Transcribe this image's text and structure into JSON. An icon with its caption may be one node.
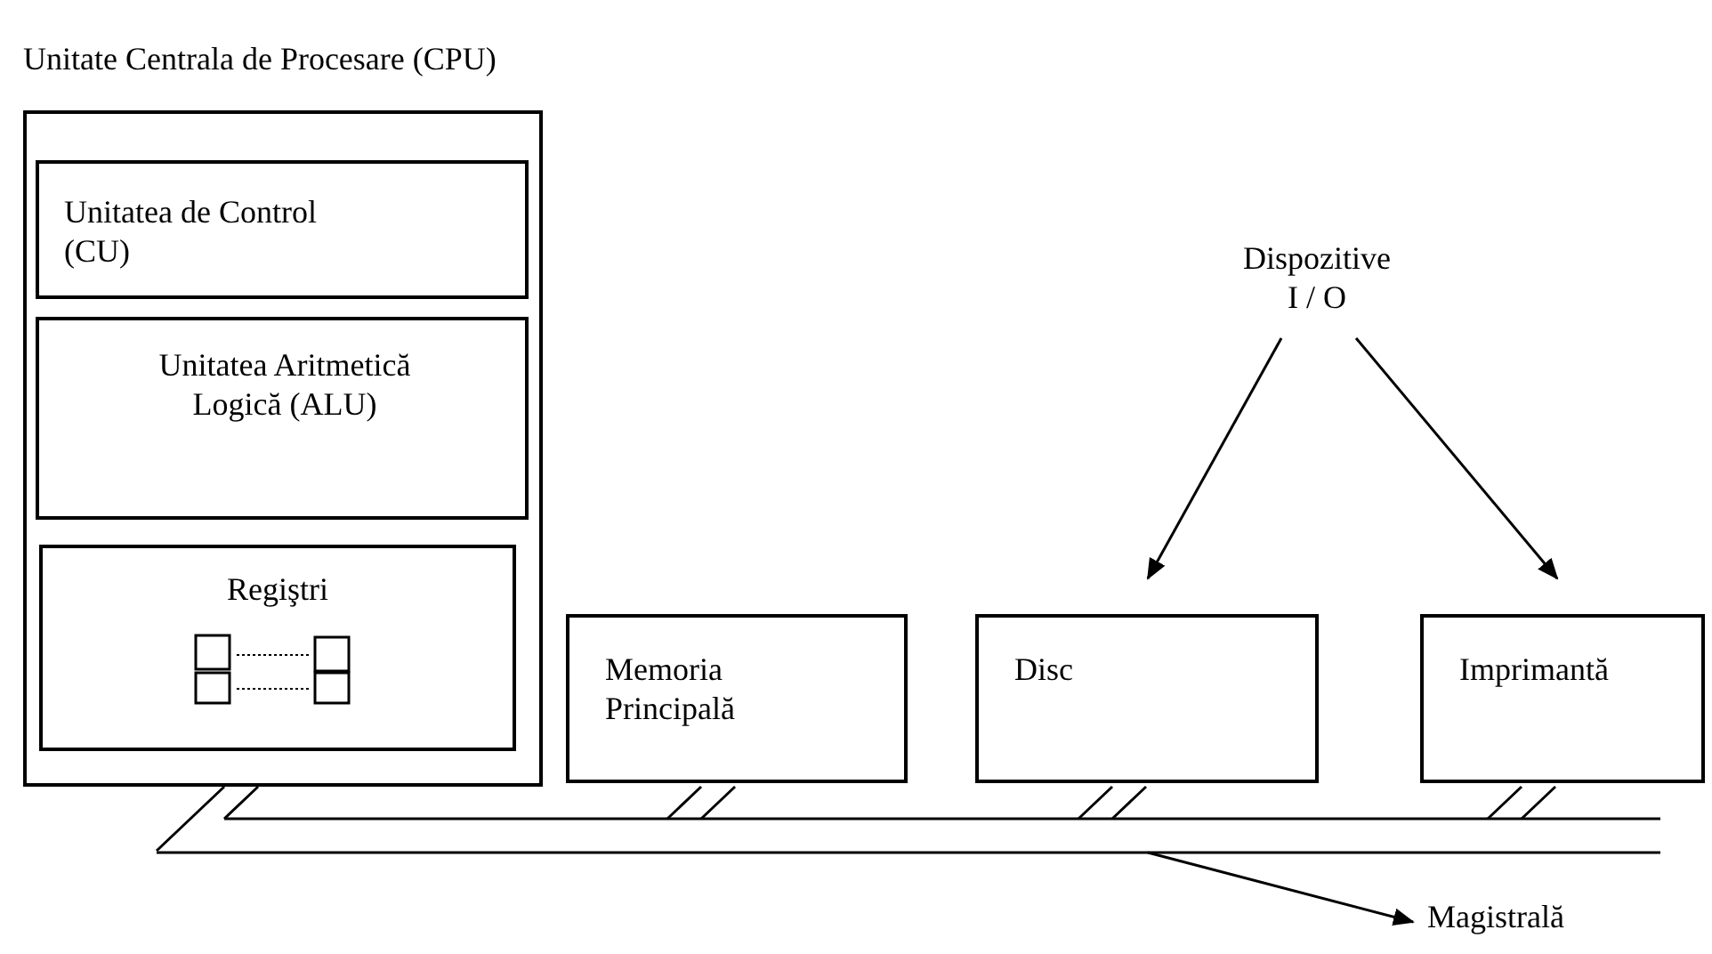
{
  "diagram": {
    "nodes": [
      {
        "text": [
          "Unitate Centrala de Procesare (CPU)"
        ]
      },
      {
        "text": [
          "Unitatea de Control (CU)"
        ],
        "in": 0
      },
      {
        "text": [
          "Unitatea Aritmetică Logică (ALU)"
        ],
        "in": 0
      },
      {
        "text": [
          "Regiştri"
        ],
        "in": 0
      },
      {
        "text": [
          "Memoria Principală"
        ]
      },
      {
        "text": [
          "Disc"
        ]
      },
      {
        "text": [
          "Imprimantă"
        ]
      },
      {
        "text": [
          "Dispozitive I / O"
        ]
      },
      {
        "text": [],
        "shape": "bar"
      },
      {
        "text": [
          "Magistrală"
        ]
      }
    ],
    "edges": [
      {
        "from": 7,
        "to": 5,
        "arrow": "to"
      },
      {
        "from": 7,
        "to": 6,
        "arrow": "to"
      },
      {
        "from": 0,
        "to": 8,
        "arrow": "none"
      },
      {
        "from": 4,
        "to": 8,
        "arrow": "none"
      },
      {
        "from": 5,
        "to": 8,
        "arrow": "none"
      },
      {
        "from": 6,
        "to": 8,
        "arrow": "none"
      },
      {
        "from": 8,
        "to": 9,
        "arrow": "to"
      }
    ]
  }
}
